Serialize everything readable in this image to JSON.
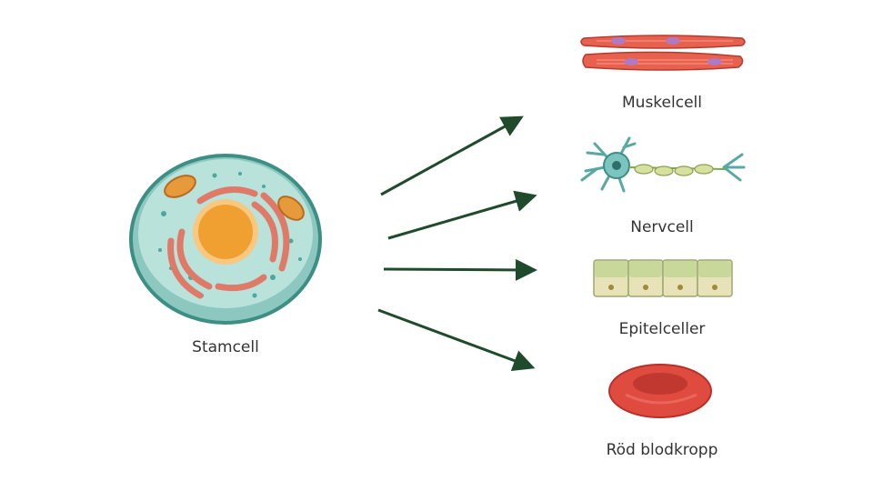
{
  "stem_cell": {
    "label": "Stamcell"
  },
  "targets": [
    {
      "id": "muscle",
      "label": "Muskelcell"
    },
    {
      "id": "nerve",
      "label": "Nervcell"
    },
    {
      "id": "epithelial",
      "label": "Epitelceller"
    },
    {
      "id": "rbc",
      "label": "Röd blodkropp"
    }
  ],
  "colors": {
    "arrow": "#1f4a2b",
    "cell_body": "#a8d8d0",
    "cell_outline": "#3d8f85",
    "nucleus": "#f0a030",
    "er": "#e07a68",
    "mito": "#e69a3a",
    "muscle": "#e8604e",
    "nerve": "#7cc4bf",
    "axon": "#d8e0a0",
    "epithelium": "#e8e2b8",
    "epithelium_top": "#c8d89a",
    "rbc": "#e04b40"
  }
}
